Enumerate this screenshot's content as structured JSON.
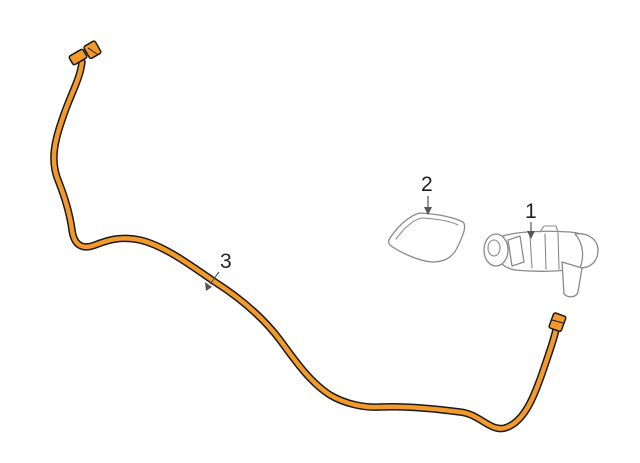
{
  "callouts": [
    {
      "id": "1",
      "label": "1"
    },
    {
      "id": "2",
      "label": "2"
    },
    {
      "id": "3",
      "label": "3"
    }
  ],
  "colors": {
    "hose_fill": "#f39a2b",
    "hose_outline": "#1a1a1a",
    "part_outline": "#8a8a8a",
    "leader": "#555555"
  },
  "icons": {
    "part_1": "washer-nozzle-assembly-icon",
    "part_2": "nozzle-cover-cap-icon",
    "part_3": "washer-hose-icon"
  }
}
